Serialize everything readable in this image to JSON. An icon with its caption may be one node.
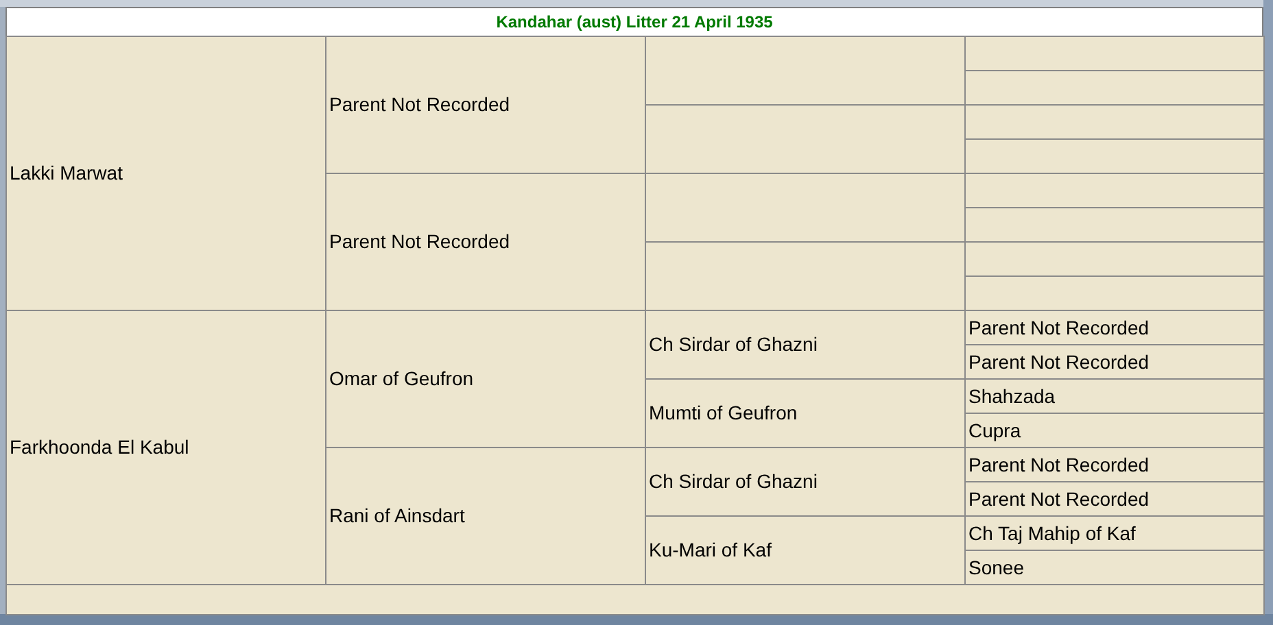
{
  "diagram": {
    "title": "Kandahar (aust) Litter 21 April 1935",
    "nodes": [
      {
        "text": [
          "Lakki Marwat"
        ]
      },
      {
        "text": [
          "Parent Not Recorded"
        ]
      },
      {
        "text": [],
        "shape": "box"
      },
      {
        "text": [],
        "shape": "box"
      },
      {
        "text": [],
        "shape": "box"
      },
      {
        "text": [],
        "shape": "box"
      },
      {
        "text": [],
        "shape": "box"
      },
      {
        "text": [],
        "shape": "box"
      },
      {
        "text": [
          "Parent Not Recorded"
        ]
      },
      {
        "text": [],
        "shape": "box"
      },
      {
        "text": [],
        "shape": "box"
      },
      {
        "text": [],
        "shape": "box"
      },
      {
        "text": [],
        "shape": "box"
      },
      {
        "text": [],
        "shape": "box"
      },
      {
        "text": [],
        "shape": "box"
      },
      {
        "text": [
          "Farkhoonda El Kabul"
        ]
      },
      {
        "text": [
          "Omar of Geufron"
        ]
      },
      {
        "text": [
          "Ch Sirdar of Ghazni"
        ]
      },
      {
        "text": [
          "Parent Not Recorded"
        ]
      },
      {
        "text": [
          "Parent Not Recorded"
        ]
      },
      {
        "text": [
          "Mumti of Geufron"
        ]
      },
      {
        "text": [
          "Shahzada"
        ]
      },
      {
        "text": [
          "Cupra"
        ]
      },
      {
        "text": [
          "Rani of Ainsdart"
        ]
      },
      {
        "text": [
          "Ch Sirdar of Ghazni"
        ]
      },
      {
        "text": [
          "Parent Not Recorded"
        ]
      },
      {
        "text": [
          "Parent Not Recorded"
        ]
      },
      {
        "text": [
          "Ku-Mari of Kaf"
        ]
      },
      {
        "text": [
          "Ch Taj Mahip of Kaf"
        ]
      },
      {
        "text": [
          "Sonee"
        ]
      },
      {
        "text": [],
        "shape": "box"
      }
    ]
  }
}
